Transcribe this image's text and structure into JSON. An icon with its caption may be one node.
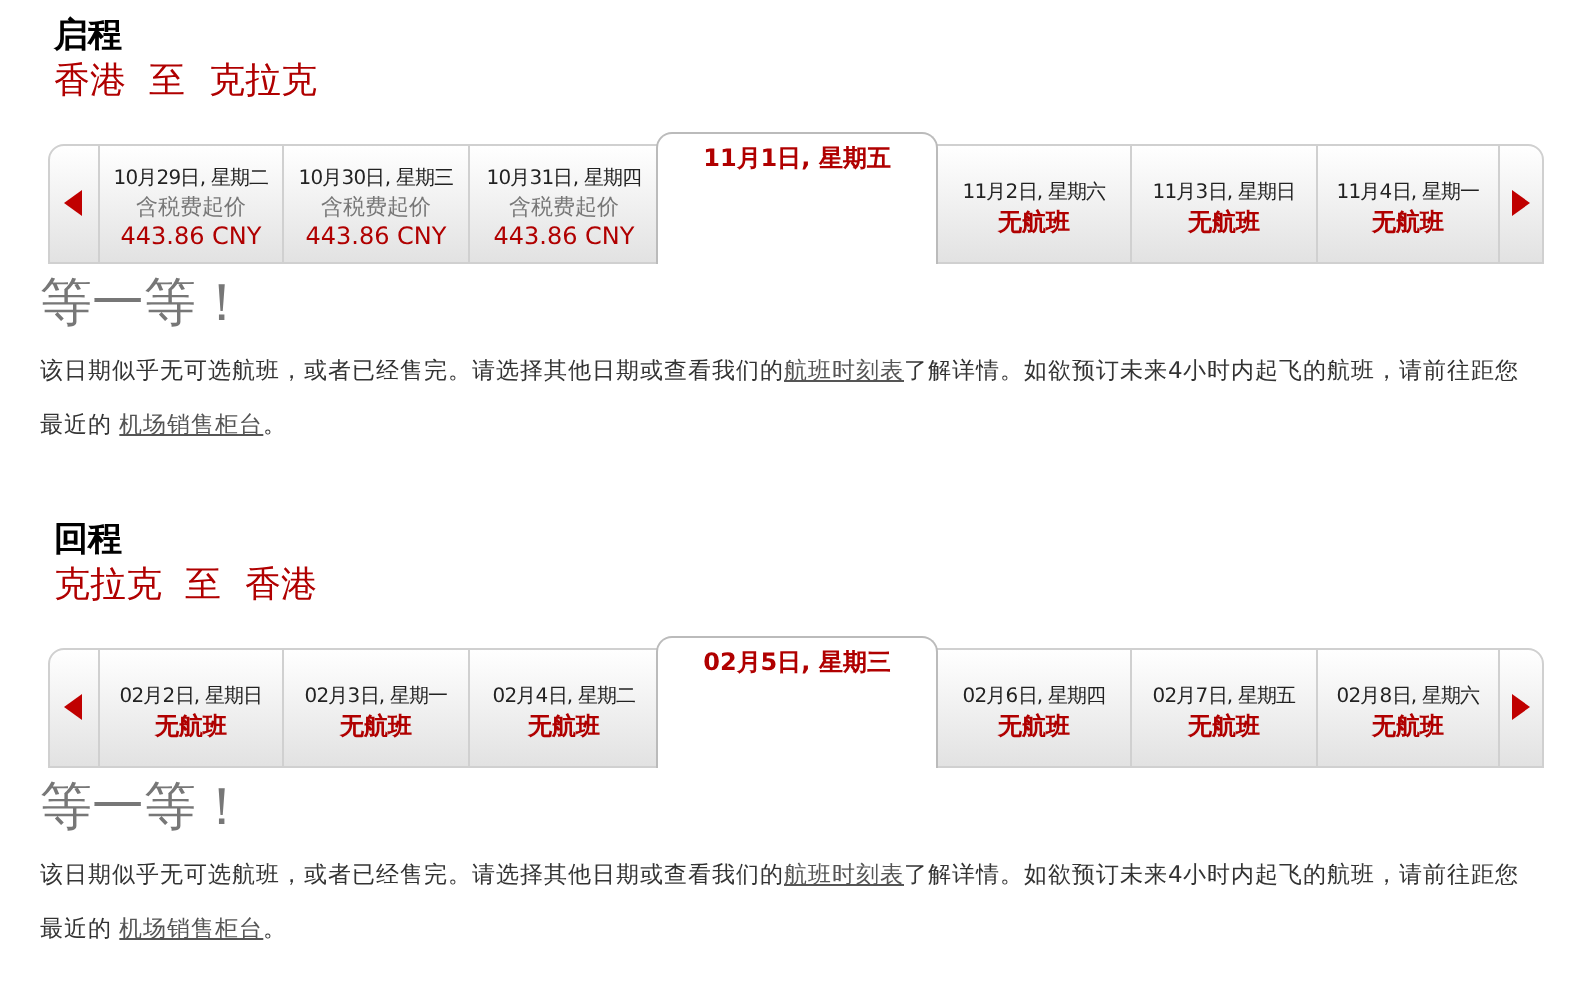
{
  "diagram": {
    "nodes": [
      {
        "text": [
          "10月29日, 星期二",
          "含税费起价",
          "443.86 CNY"
        ]
      },
      {
        "text": [
          "10月30日, 星期三",
          "含税费起价",
          "443.86 CNY"
        ]
      },
      {
        "text": [
          "10月31日, 星期四",
          "含税费起价",
          "443.86 CNY"
        ]
      },
      {
        "text": [
          "11月1日, 星期五"
        ]
      },
      {
        "text": [
          "11月2日, 星期六",
          "无航班"
        ]
      },
      {
        "text": [
          "11月3日, 星期日",
          "无航班"
        ]
      },
      {
        "text": [
          "11月4日, 星期一",
          "无航班"
        ]
      },
      {
        "text": [
          "02月2日, 星期日",
          "无航班"
        ]
      },
      {
        "text": [
          "02月3日, 星期一",
          "无航班"
        ]
      },
      {
        "text": [
          "02月4日, 星期二",
          "无航班"
        ]
      },
      {
        "text": [
          "02月5日, 星期三"
        ]
      },
      {
        "text": [
          "02月6日, 星期四",
          "无航班"
        ]
      },
      {
        "text": [
          "02月7日, 星期五",
          "无航班"
        ]
      },
      {
        "text": [
          "02月8日, 星期六",
          "无航班"
        ]
      }
    ],
    "labels": [
      "启程",
      "香港 至 克拉克",
      "等一等！",
      "该日期似乎无可选航班，或者已经售完。请选择其他日期或查看我们的",
      "航班时刻表",
      "了解详情。如欲预订未来4小时内起飞的航班，请前往距您最近的",
      "机场销售柜台",
      "。",
      "回程",
      "克拉克 至 香港",
      "等一等！",
      "该日期似乎无可选航班，或者已经售完。请选择其他日期或查看我们的",
      "航班时刻表",
      "了解详情。如欲预订未来4小时内起飞的航班，请前往距您最近的",
      "机场销售柜台",
      "。"
    ]
  }
}
